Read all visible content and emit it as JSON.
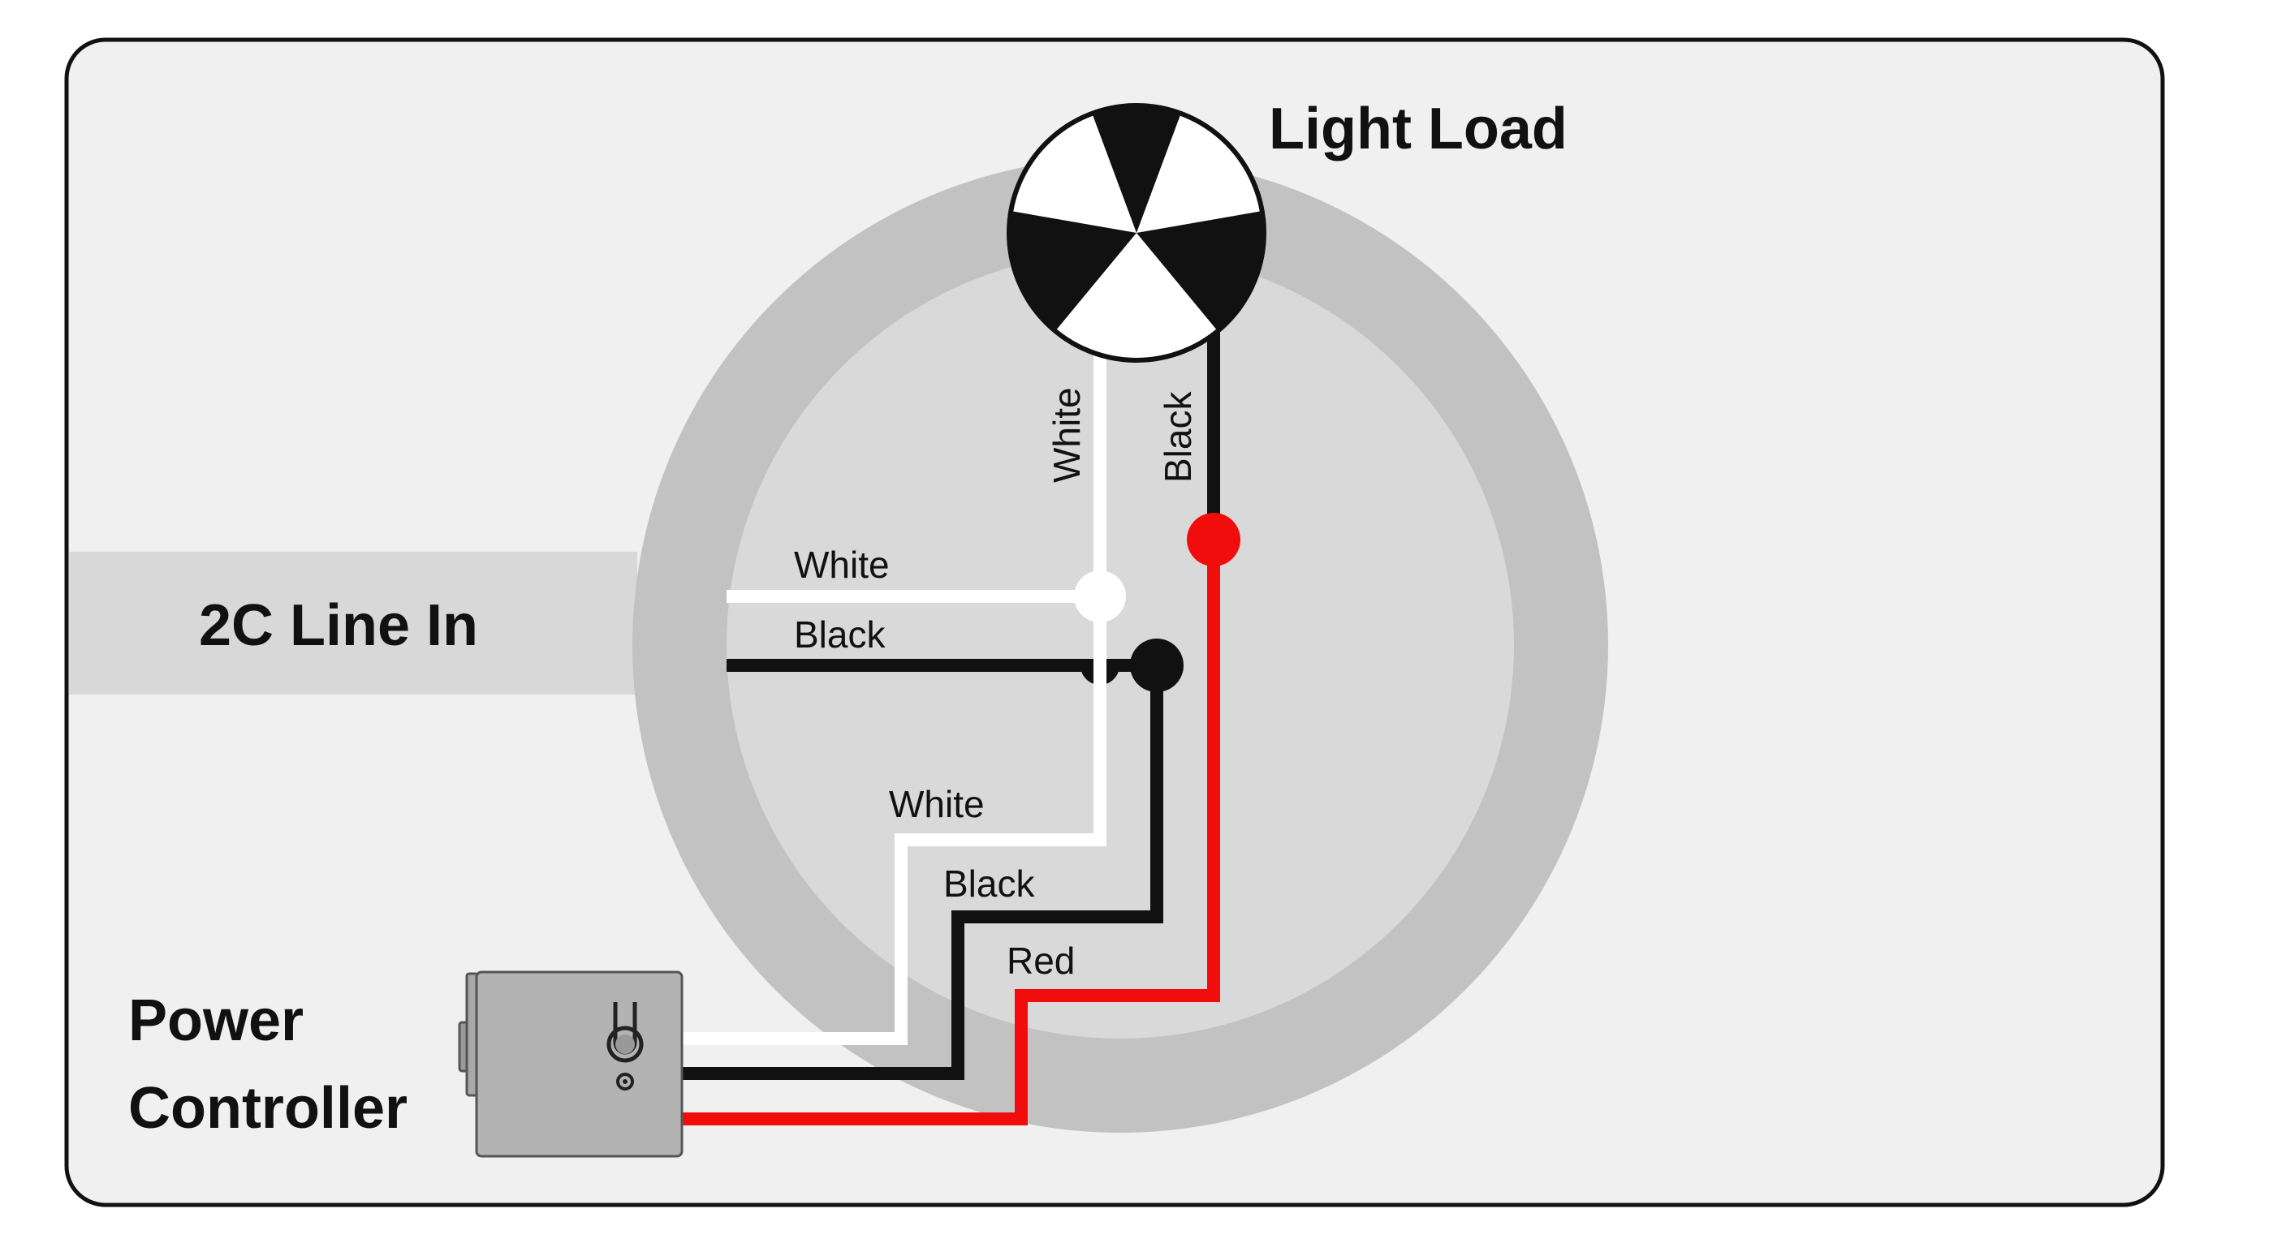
{
  "labels": {
    "light_load": "Light Load",
    "line_in": "2C Line In",
    "power_controller_line1": "Power",
    "power_controller_line2": "Controller"
  },
  "wires": {
    "load_white": "White",
    "load_black": "Black",
    "line_white": "White",
    "line_black": "Black",
    "ctrl_white": "White",
    "ctrl_black": "Black",
    "ctrl_red": "Red"
  },
  "colors": {
    "panel_bg": "#f0f0f0",
    "outer_ring": "#c2c2c2",
    "inner_circle": "#d9d9d9",
    "line_in_band": "#d8d8d8",
    "wire_white": "#ffffff",
    "wire_black": "#111111",
    "wire_red": "#f20d0d",
    "controller_box": "#b3b3b3"
  }
}
